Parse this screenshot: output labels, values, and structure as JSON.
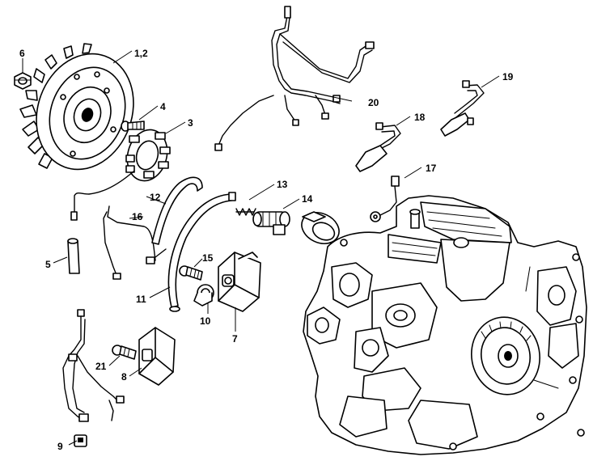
{
  "labels": {
    "l1_2": "1,2",
    "l3": "3",
    "l4": "4",
    "l5": "5",
    "l6": "6",
    "l7": "7",
    "l8": "8",
    "l9": "9",
    "l10": "10",
    "l11": "11",
    "l12": "12",
    "l13": "13",
    "l14": "14",
    "l15": "15",
    "l16": "16",
    "l17": "17",
    "l18": "18",
    "l19": "19",
    "l20": "20",
    "l21": "21"
  }
}
